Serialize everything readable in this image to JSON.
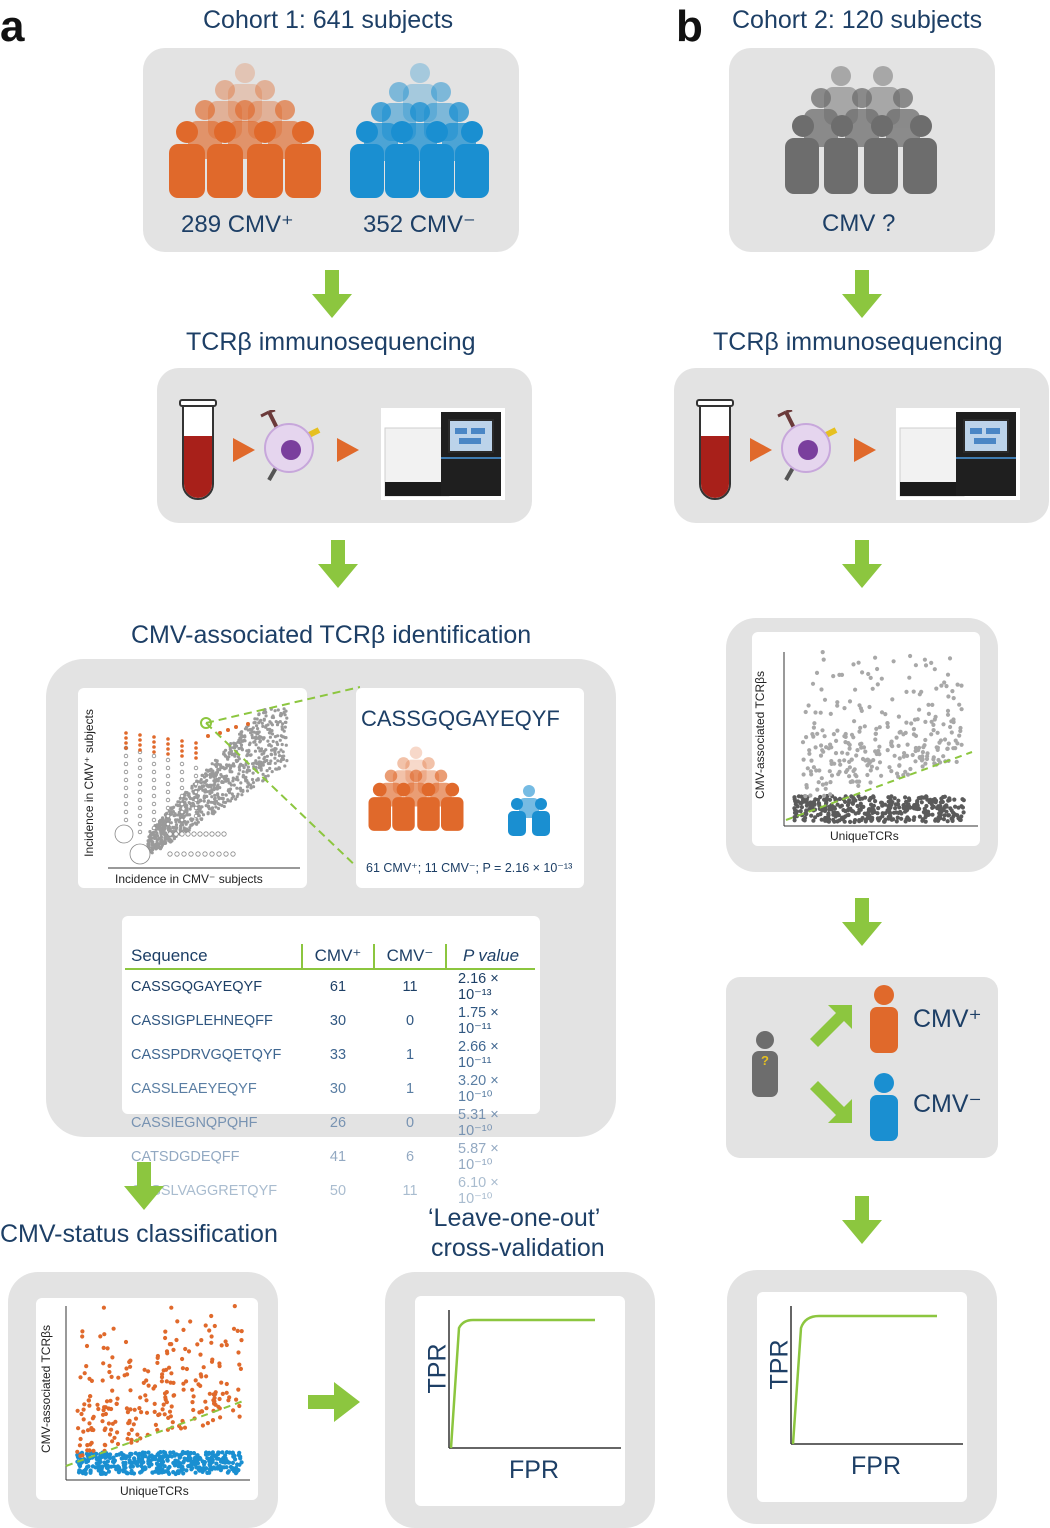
{
  "panel_a": {
    "letter": "a",
    "cohort_title": "Cohort 1: 641 subjects",
    "cmv_pos_label": "289 CMV⁺",
    "cmv_neg_label": "352 CMV⁻",
    "seq_title": "TCRβ immunosequencing",
    "ident_title": "CMV-associated TCRβ identification",
    "plot_ylabel": "Incidence in CMV⁺ subjects",
    "plot_xlabel": "Incidence in CMV⁻ subjects",
    "highlight_sequence": "CASSGQGAYEQYF",
    "highlight_stats": "61 CMV⁺; 11 CMV⁻; P = 2.16 × 10⁻¹³",
    "table": {
      "headers": [
        "Sequence",
        "CMV⁺",
        "CMV⁻",
        "P value"
      ],
      "rows": [
        [
          "CASSGQGAYEQYF",
          "61",
          "11",
          "2.16 × 10⁻¹³"
        ],
        [
          "CASSIGPLEHNEQFF",
          "30",
          "0",
          "1.75 × 10⁻¹¹"
        ],
        [
          "CASSPDRVGQETQYF",
          "33",
          "1",
          "2.66 × 10⁻¹¹"
        ],
        [
          "CASSLEAEYEQYF",
          "30",
          "1",
          "3.20 × 10⁻¹⁰"
        ],
        [
          "CASSIEGNQPQHF",
          "26",
          "0",
          "5.31 × 10⁻¹⁰"
        ],
        [
          "CATSDGDEQFF",
          "41",
          "6",
          "5.87 × 10⁻¹⁰"
        ],
        [
          "CASSLVAGGRETQYF",
          "50",
          "11",
          "6.10 × 10⁻¹⁰"
        ]
      ],
      "row_colors": [
        "#1d3f66",
        "#2f5680",
        "#3f6690",
        "#5a7ea3",
        "#7893b2",
        "#93a9c2",
        "#a9bccf"
      ]
    },
    "class_title": "CMV-status classification",
    "loo_title_line1": "‘Leave-one-out’",
    "loo_title_line2": "cross-validation",
    "scatter_ylabel": "CMV-associated TCRβs",
    "scatter_xlabel": "UniqueTCRs",
    "roc_ylabel": "TPR",
    "roc_xlabel": "FPR"
  },
  "panel_b": {
    "letter": "b",
    "cohort_title": "Cohort 2: 120 subjects",
    "cmv_unknown_label": "CMV ?",
    "seq_title": "TCRβ immunosequencing",
    "scatter_ylabel": "CMV-associated TCRβs",
    "scatter_xlabel": "UniqueTCRs",
    "question_mark": "?",
    "pred_pos_label": "CMV⁺",
    "pred_neg_label": "CMV⁻",
    "roc_ylabel": "TPR",
    "roc_xlabel": "FPR"
  },
  "colors": {
    "orange": "#e0692b",
    "blue": "#1a8fd1",
    "gray_person": "#6d6d6d",
    "arrow_green": "#8cc63f",
    "panel_bg": "#e3e3e3",
    "title_navy": "#1d3f66"
  }
}
